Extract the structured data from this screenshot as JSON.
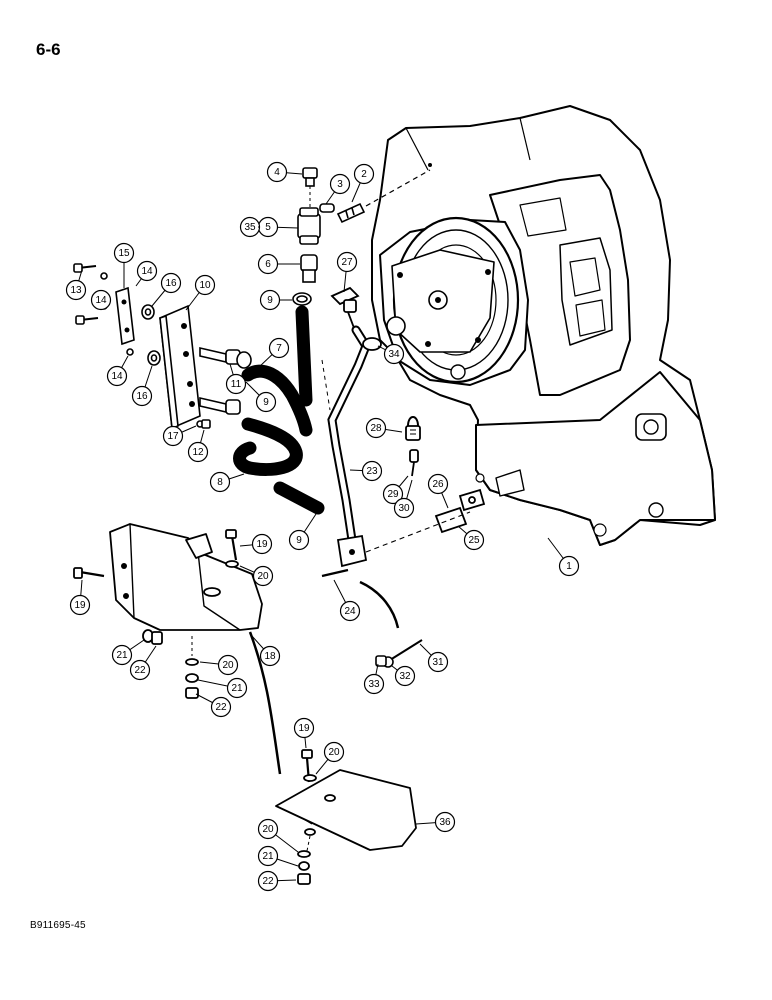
{
  "page_number": "6-6",
  "figure_code": "B911695-45",
  "callouts": [
    {
      "id": "c1",
      "label": "1"
    },
    {
      "id": "c2",
      "label": "2"
    },
    {
      "id": "c3",
      "label": "3"
    },
    {
      "id": "c4",
      "label": "4"
    },
    {
      "id": "c5",
      "label": "5"
    },
    {
      "id": "c35",
      "label": "35"
    },
    {
      "id": "c6",
      "label": "6"
    },
    {
      "id": "c27",
      "label": "27"
    },
    {
      "id": "c9a",
      "label": "9"
    },
    {
      "id": "c7",
      "label": "7"
    },
    {
      "id": "c34",
      "label": "34"
    },
    {
      "id": "c15",
      "label": "15"
    },
    {
      "id": "c10",
      "label": "10"
    },
    {
      "id": "c13",
      "label": "13"
    },
    {
      "id": "c14a",
      "label": "14"
    },
    {
      "id": "c14b",
      "label": "14"
    },
    {
      "id": "c14c",
      "label": "14"
    },
    {
      "id": "c16a",
      "label": "16"
    },
    {
      "id": "c16b",
      "label": "16"
    },
    {
      "id": "c11",
      "label": "11"
    },
    {
      "id": "c9b",
      "label": "9"
    },
    {
      "id": "c17",
      "label": "17"
    },
    {
      "id": "c12",
      "label": "12"
    },
    {
      "id": "c28",
      "label": "28"
    },
    {
      "id": "c23",
      "label": "23"
    },
    {
      "id": "c8",
      "label": "8"
    },
    {
      "id": "c29",
      "label": "29"
    },
    {
      "id": "c30",
      "label": "30"
    },
    {
      "id": "c26",
      "label": "26"
    },
    {
      "id": "c25",
      "label": "25"
    },
    {
      "id": "c9c",
      "label": "9"
    },
    {
      "id": "c19a",
      "label": "19"
    },
    {
      "id": "c20a",
      "label": "20"
    },
    {
      "id": "c19b",
      "label": "19"
    },
    {
      "id": "c24",
      "label": "24"
    },
    {
      "id": "c21a",
      "label": "21"
    },
    {
      "id": "c22a",
      "label": "22"
    },
    {
      "id": "c18",
      "label": "18"
    },
    {
      "id": "c20b",
      "label": "20"
    },
    {
      "id": "c21b",
      "label": "21"
    },
    {
      "id": "c22b",
      "label": "22"
    },
    {
      "id": "c31",
      "label": "31"
    },
    {
      "id": "c32",
      "label": "32"
    },
    {
      "id": "c33",
      "label": "33"
    },
    {
      "id": "c19c",
      "label": "19"
    },
    {
      "id": "c20c",
      "label": "20"
    },
    {
      "id": "c36",
      "label": "36"
    },
    {
      "id": "c20d",
      "label": "20"
    },
    {
      "id": "c21c",
      "label": "21"
    },
    {
      "id": "c22c",
      "label": "22"
    }
  ]
}
